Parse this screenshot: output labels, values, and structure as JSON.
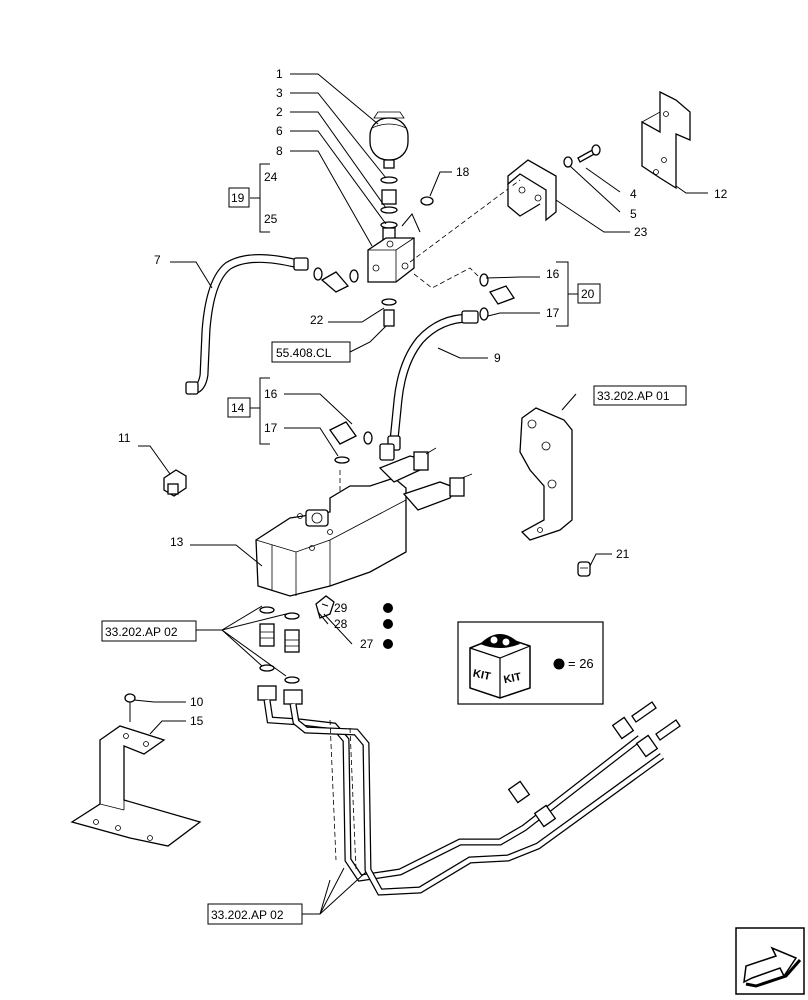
{
  "callouts": {
    "c1": "1",
    "c2": "2",
    "c3": "3",
    "c4": "4",
    "c5": "5",
    "c6": "6",
    "c7": "7",
    "c8": "8",
    "c9": "9",
    "c10": "10",
    "c11": "11",
    "c12": "12",
    "c13": "13",
    "c14": "14",
    "c15": "15",
    "c16a": "16",
    "c16b": "16",
    "c17a": "17",
    "c17b": "17",
    "c18": "18",
    "c19": "19",
    "c20": "20",
    "c21": "21",
    "c22": "22",
    "c23": "23",
    "c24": "24",
    "c25": "25",
    "c27": "27",
    "c28": "28",
    "c29": "29"
  },
  "references": {
    "ref_55408": "55.408.CL",
    "ref_ap01": "33.202.AP 01",
    "ref_ap02_top": "33.202.AP 02",
    "ref_ap02_bottom": "33.202.AP 02"
  },
  "kit": {
    "label_left": "KIT",
    "label_right": "KIT",
    "legend_value": "= 26"
  },
  "colors": {
    "ink": "#000000",
    "paper": "#ffffff"
  },
  "icons": {
    "navigation": "arrow-next-icon",
    "kit": "kit-box-icon"
  }
}
